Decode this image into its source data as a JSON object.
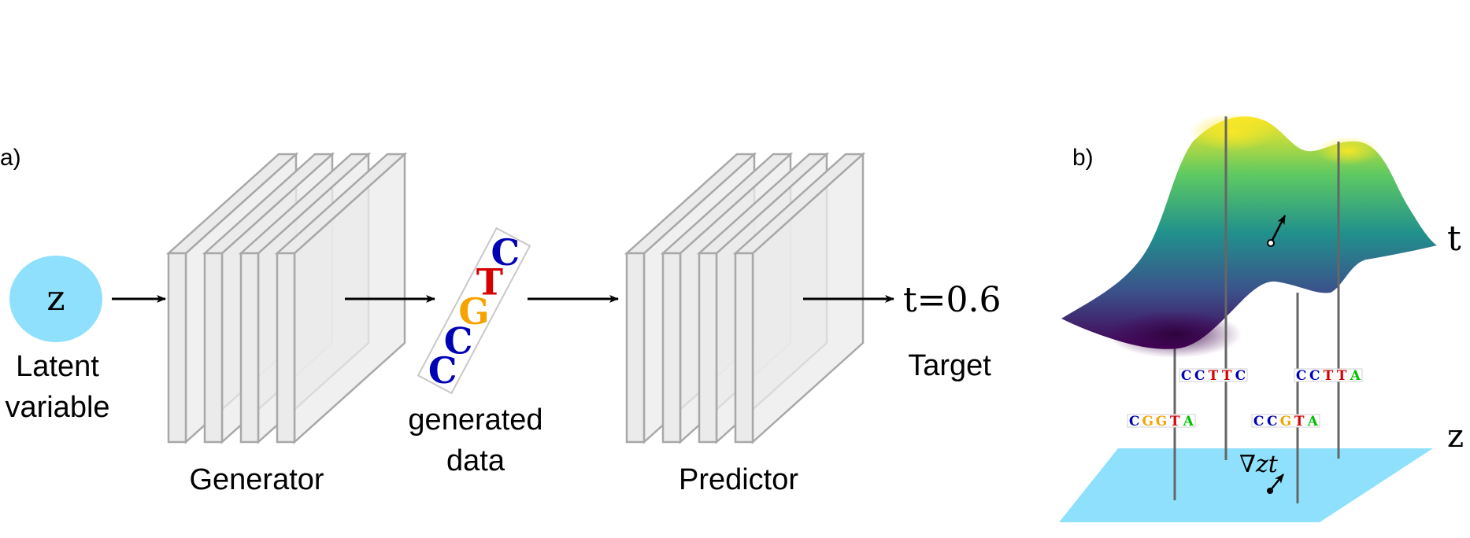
{
  "panel_a": {
    "label": "a)",
    "latent": {
      "symbol": "z",
      "label_line1": "Latent",
      "label_line2": "variable",
      "color": "#8fe0fc"
    },
    "generator_label": "Generator",
    "generated": {
      "sequence": [
        "C",
        "C",
        "G",
        "T",
        "C"
      ],
      "label_line1": "generated",
      "label_line2": "data"
    },
    "predictor_label": "Predictor",
    "target": {
      "value_text": "t=0.6",
      "label": "Target"
    }
  },
  "panel_b": {
    "label": "b)",
    "axis_t": "t",
    "axis_z": "z",
    "gradient_label": "∇zt",
    "sequences": [
      {
        "id": "s1",
        "letters": [
          "C",
          "C",
          "T",
          "T",
          "C"
        ]
      },
      {
        "id": "s2",
        "letters": [
          "C",
          "C",
          "T",
          "T",
          "A"
        ]
      },
      {
        "id": "s3",
        "letters": [
          "C",
          "G",
          "G",
          "T",
          "A"
        ]
      },
      {
        "id": "s4",
        "letters": [
          "C",
          "C",
          "G",
          "T",
          "A"
        ]
      }
    ],
    "plane_color": "#8fe0fc"
  },
  "colors": {
    "C": "#0000b4",
    "G": "#f5a300",
    "T": "#d50000",
    "A": "#00c000",
    "layer_fill": "#ebebeb",
    "layer_stroke": "#a8a8a8",
    "viridis": [
      "#440154",
      "#3b528b",
      "#21918c",
      "#5ec962",
      "#fde725"
    ]
  }
}
